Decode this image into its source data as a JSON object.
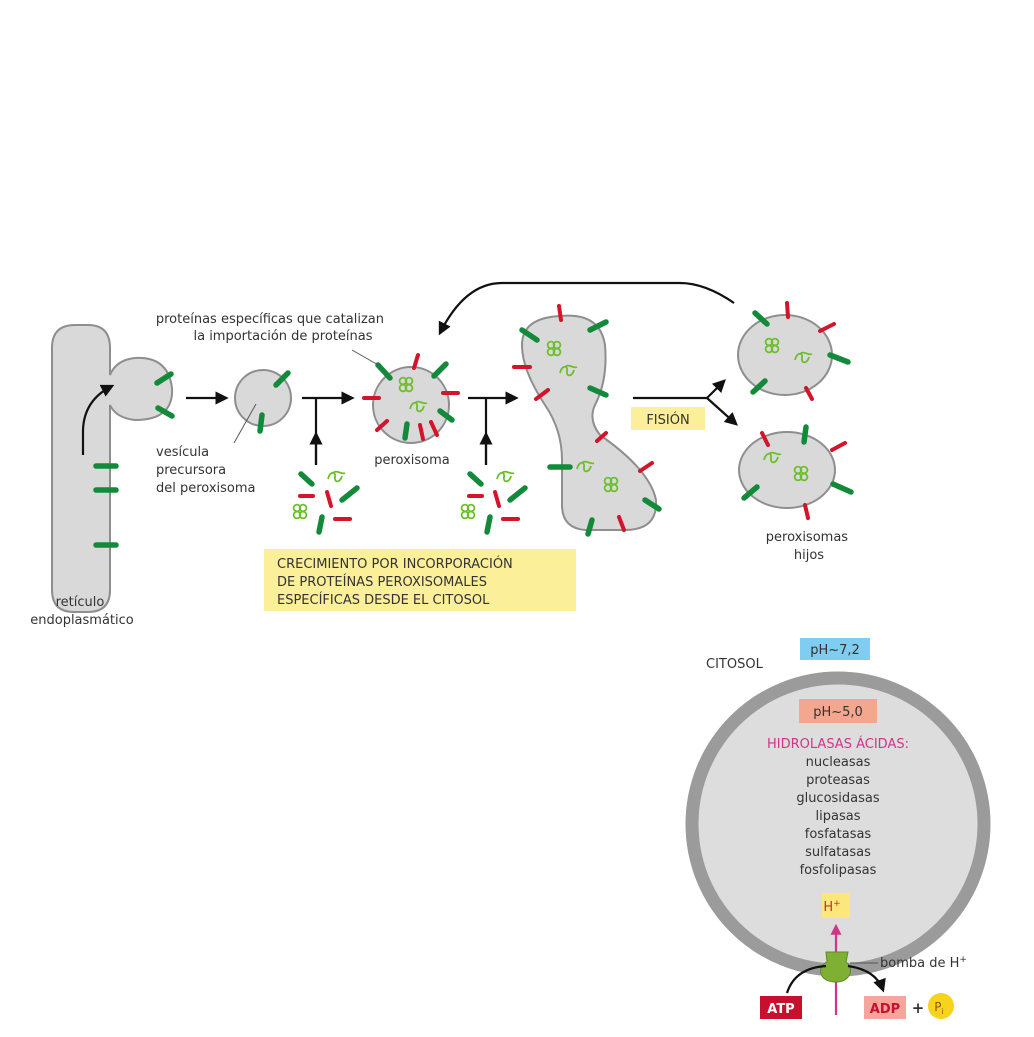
{
  "peroxisome_diagram": {
    "labels": {
      "er": [
        "retículo",
        "endoplasmático"
      ],
      "precursor": [
        "vesícula",
        "precursora",
        "del peroxisoma"
      ],
      "import_proteins": [
        "proteínas específicas que catalizan",
        "la importación de proteínas"
      ],
      "peroxisome": "peroxisoma",
      "daughters": [
        "peroxisomas",
        "hijos"
      ]
    },
    "fission_box": {
      "text": "FISIÓN",
      "color": "#fbef9a"
    },
    "growth_box": {
      "lines": [
        "CRECIMIENTO POR INCORPORACIÓN",
        "DE PROTEÍNAS PEROXISOMALES",
        "ESPECÍFICAS DESDE EL CITOSOL"
      ],
      "color": "#fbef9a"
    },
    "colors": {
      "membrane_protein_green": "#138a3a",
      "membrane_protein_red": "#d3142b",
      "enzyme_green": "#6cbf2a",
      "organelle_fill": "#d9d9d9"
    }
  },
  "lysosome_diagram": {
    "cytosol_label": "CITOSOL",
    "cytosol_ph": {
      "text": "pH~7,2",
      "color": "#7fcdf0"
    },
    "lumen_ph": {
      "text": "pH~5,0",
      "color": "#f3a78e"
    },
    "hydrolases_title": {
      "text": "HIDROLASAS ÁCIDAS:",
      "color": "#d1348a"
    },
    "hydrolases": [
      "nucleasas",
      "proteasas",
      "glucosidasas",
      "lipasas",
      "fosfatasas",
      "sulfatasas",
      "fosfolipasas"
    ],
    "proton": {
      "text": "H",
      "sup": "+",
      "color": "#fbe77a"
    },
    "pump_label": {
      "text": "bomba de H",
      "sup": "+"
    },
    "atp": {
      "text": "ATP",
      "color": "#c8102e"
    },
    "adp": {
      "text": "ADP",
      "color": "#f5a59b"
    },
    "plus": "+",
    "pi": {
      "text": "P",
      "sub": "i",
      "color": "#f7d31b"
    }
  }
}
